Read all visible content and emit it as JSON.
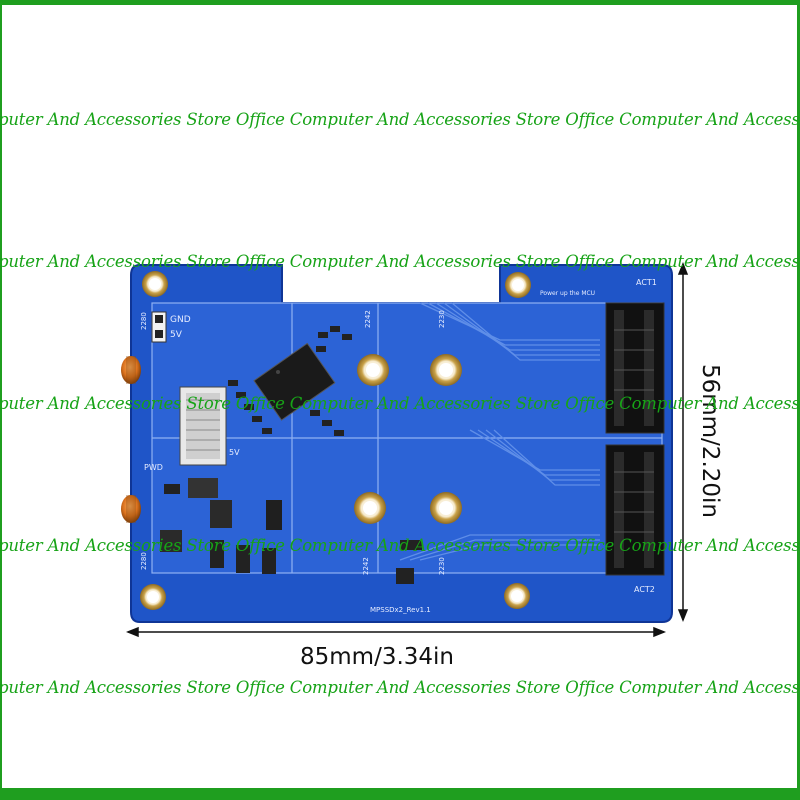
{
  "watermark": {
    "text": "puter And Accessories Store Office Computer And Accessories Store Office Computer And Accessories Store Office"
  },
  "dimensions": {
    "width_label": "85mm/3.34in",
    "height_label": "56mm/2.20in"
  },
  "board": {
    "gnd_label": "GND",
    "v5_label": "5V",
    "v5_label_2": "5V",
    "pwd_label": "PWD",
    "act1_label": "ACT1",
    "act2_label": "ACT2",
    "header_label": "2280",
    "header_label_2": "2280",
    "pos_2242_top": "2242",
    "pos_2230_top": "2230",
    "pos_2242_bottom": "2242",
    "pos_2230_bottom": "2230",
    "power_note": "Power up the MCU",
    "revision": "MPSSDx2_Rev1.1"
  },
  "colors": {
    "pcb": "#1f55c8",
    "frame": "#1f9e1f",
    "watermark": "#17a317",
    "gold": "#c9a24a"
  }
}
